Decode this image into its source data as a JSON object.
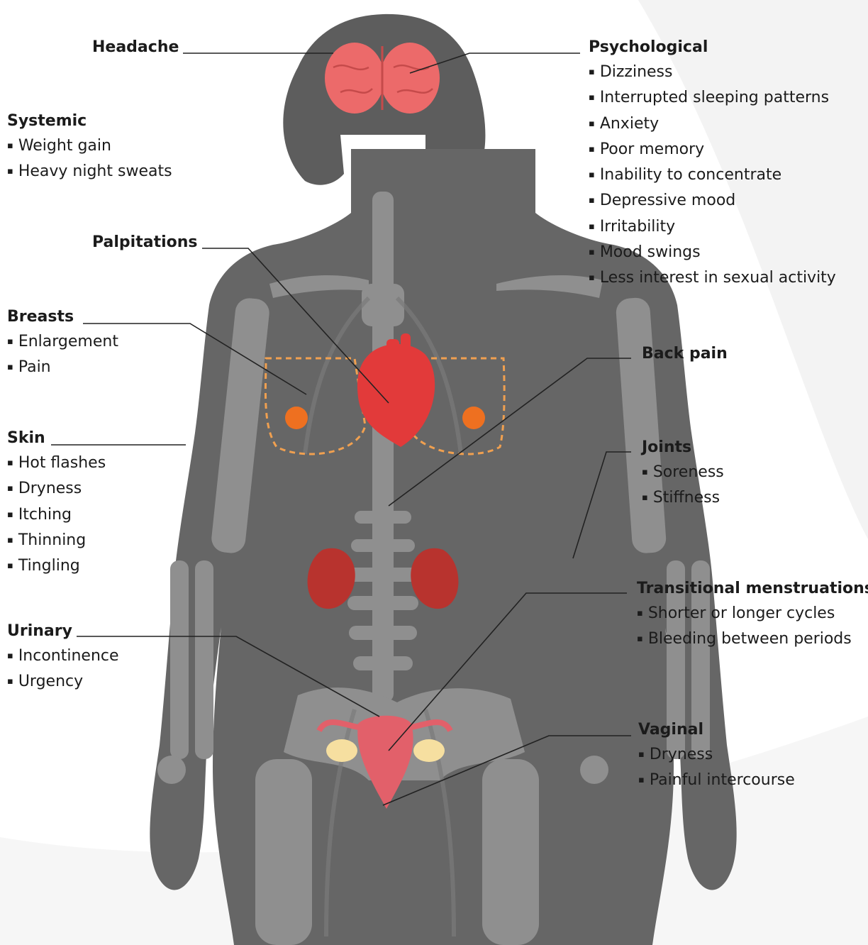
{
  "colors": {
    "body": "#636363",
    "skeleton": "#8d8d8d",
    "vessels": "#7a7a7a",
    "brain": "#ec6a6a",
    "heart": "#e23a3a",
    "kidney": "#b8332e",
    "uterus": "#e2606a",
    "ovary": "#f6dfa0",
    "nipple": "#ee7020",
    "breast_outline": "#f0a050",
    "leader": "#222222"
  },
  "icons": [
    "brain-icon",
    "heart-icon",
    "kidney-icon",
    "uterus-icon",
    "skeleton-icon"
  ],
  "groups": [
    {
      "id": "headache",
      "title": "Headache",
      "items": []
    },
    {
      "id": "psychological",
      "title": "Psychological",
      "items": [
        "Dizziness",
        "Interrupted sleeping patterns",
        "Anxiety",
        "Poor memory",
        "Inability to concentrate",
        "Depressive mood",
        "Irritability",
        "Mood swings",
        "Less interest in sexual activity"
      ]
    },
    {
      "id": "systemic",
      "title": "Systemic",
      "items": [
        "Weight gain",
        "Heavy night sweats"
      ]
    },
    {
      "id": "palpitations",
      "title": "Palpitations",
      "items": []
    },
    {
      "id": "breasts",
      "title": "Breasts",
      "items": [
        "Enlargement",
        "Pain"
      ]
    },
    {
      "id": "back-pain",
      "title": "Back pain",
      "items": []
    },
    {
      "id": "skin",
      "title": "Skin",
      "items": [
        "Hot flashes",
        "Dryness",
        "Itching",
        "Thinning",
        "Tingling"
      ]
    },
    {
      "id": "joints",
      "title": "Joints",
      "items": [
        "Soreness",
        "Stiffness"
      ]
    },
    {
      "id": "transitional",
      "title": "Transitional menstruations",
      "items": [
        "Shorter or longer cycles",
        "Bleeding between periods"
      ]
    },
    {
      "id": "urinary",
      "title": "Urinary",
      "items": [
        "Incontinence",
        "Urgency"
      ]
    },
    {
      "id": "vaginal",
      "title": "Vaginal",
      "items": [
        "Dryness",
        "Painful intercourse"
      ]
    }
  ]
}
